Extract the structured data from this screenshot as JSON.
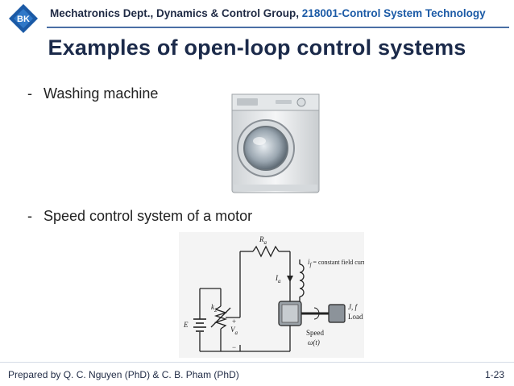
{
  "header": {
    "org": "Mechatronics Dept., Dynamics & Control Group, ",
    "course": "218001-Control System Technology",
    "logo_text": "BK"
  },
  "title": "Examples of open-loop control systems",
  "bullets": [
    {
      "dash": "-",
      "text": "Washing machine"
    },
    {
      "dash": "-",
      "text": "Speed control system of a motor"
    }
  ],
  "diagram": {
    "labels": {
      "ra": "R",
      "ra_sub": "a",
      "ia": "I",
      "ia_sub": "a",
      "if": "i",
      "if_sub": "f",
      "if_text": " = constant field current",
      "k": "k",
      "k_sub": "2",
      "e": "E",
      "va": "V",
      "va_sub": "a",
      "plus": "+",
      "minus": "−",
      "jf": "J, f",
      "load": "Load",
      "speed": "Speed",
      "omega": "ω(t)"
    }
  },
  "footer": {
    "left": "Prepared by Q. C. Nguyen (PhD) & C. B. Pham (PhD)",
    "right": "1-23"
  },
  "colors": {
    "title": "#1b2a4a",
    "accent": "#1b5aa6",
    "rule": "#4a6fa5"
  }
}
